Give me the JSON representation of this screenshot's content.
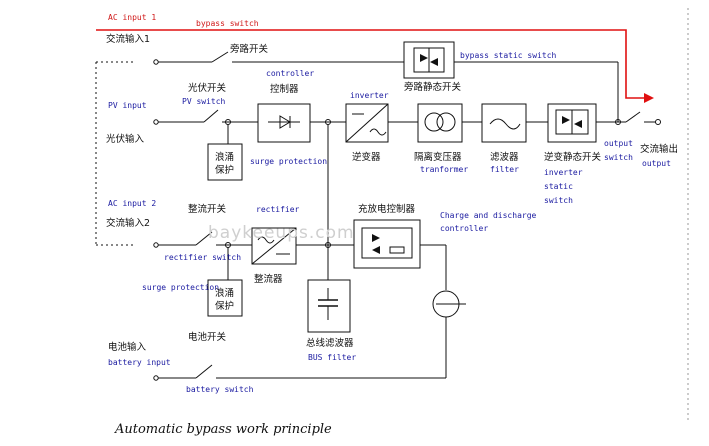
{
  "labels": {
    "ac_input_1": "AC input 1",
    "ac_input_1_cn": "交流输入1",
    "bypass_switch": "bypass switch",
    "bypass_switch_cn": "旁路开关",
    "bypass_static_switch": "bypass static switch",
    "bypass_static_switch_cn": "旁路静态开关",
    "controller": "controller",
    "controller_cn": "控制器",
    "pv_switch_cn": "光伏开关",
    "pv_switch": "PV switch",
    "pv_input": "PV input",
    "pv_input_cn": "光伏输入",
    "surge_protection_cn": "浪涌保护",
    "surge_protection": "surge protection",
    "inverter": "inverter",
    "inverter_cn": "逆变器",
    "transformer_cn": "隔离变压器",
    "transformer": "tranformer",
    "filter_cn": "滤波器",
    "filter": "filter",
    "inverter_static_switch_cn": "逆变静态开关",
    "inverter_static_switch_1": "inverter",
    "inverter_static_switch_2": "static",
    "inverter_static_switch_3": "switch",
    "output_switch_1": "output",
    "output_switch_2": "switch",
    "ac_output_cn": "交流输出",
    "ac_output": "output",
    "ac_input_2": "AC input 2",
    "ac_input_2_cn": "交流输入2",
    "rectifier_switch_cn": "整流开关",
    "rectifier": "rectifier",
    "rectifier_cn": "整流器",
    "rectifier_switch": "rectifier switch",
    "charge_controller_cn": "充放电控制器",
    "charge_controller_1": "Charge and discharge",
    "charge_controller_2": "controller",
    "bus_filter_cn": "总线滤波器",
    "bus_filter": "BUS filter",
    "battery_switch_cn": "电池开关",
    "battery_input_cn": "电池输入",
    "battery_input": "battery input",
    "battery_switch": "battery switch"
  },
  "watermark": "baykeeups.com",
  "caption": "Automatic bypass work principle",
  "colors": {
    "line": "#111111",
    "bypass_path": "#e01010",
    "blue_text": "#1a1aa0"
  }
}
